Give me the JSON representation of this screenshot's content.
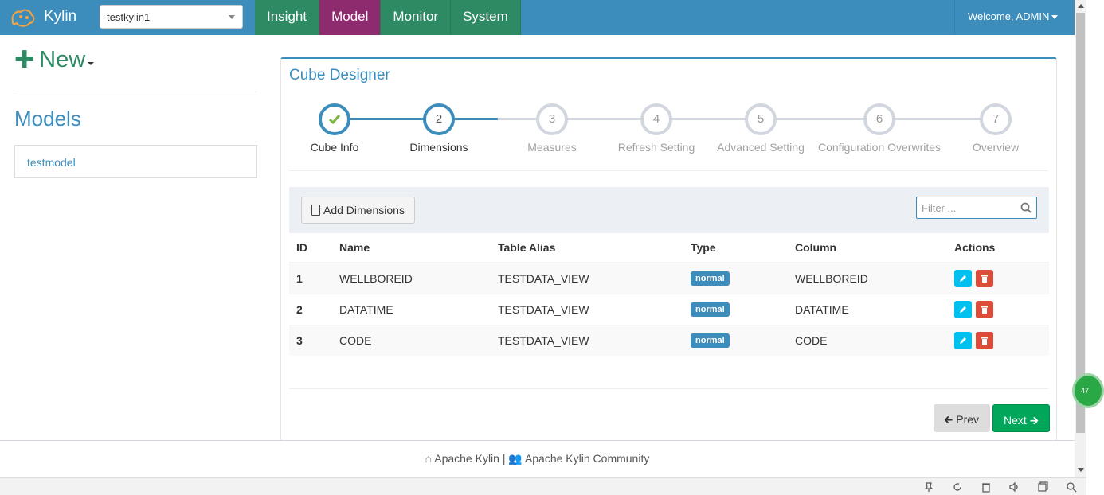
{
  "header": {
    "brand": "Kylin",
    "project": "testkylin1",
    "nav": [
      {
        "label": "Insight",
        "active": false
      },
      {
        "label": "Model",
        "active": true
      },
      {
        "label": "Monitor",
        "active": false
      },
      {
        "label": "System",
        "active": false
      }
    ],
    "welcome": "Welcome, ADMIN"
  },
  "sidebar": {
    "new_label": "New",
    "models_title": "Models",
    "models": [
      "testmodel"
    ]
  },
  "designer": {
    "title": "Cube Designer",
    "steps": [
      {
        "num": "",
        "label": "Cube Info",
        "state": "done"
      },
      {
        "num": "2",
        "label": "Dimensions",
        "state": "current"
      },
      {
        "num": "3",
        "label": "Measures",
        "state": "todo"
      },
      {
        "num": "4",
        "label": "Refresh Setting",
        "state": "todo"
      },
      {
        "num": "5",
        "label": "Advanced Setting",
        "state": "todo"
      },
      {
        "num": "6",
        "label": "Configuration Overwrites",
        "state": "todo"
      },
      {
        "num": "7",
        "label": "Overview",
        "state": "todo"
      }
    ],
    "add_dimensions_label": "Add Dimensions",
    "filter_placeholder": "Filter ...",
    "columns": [
      "ID",
      "Name",
      "Table Alias",
      "Type",
      "Column",
      "Actions"
    ],
    "rows": [
      {
        "id": "1",
        "name": "WELLBOREID",
        "alias": "TESTDATA_VIEW",
        "type": "normal",
        "column": "WELLBOREID"
      },
      {
        "id": "2",
        "name": "DATATIME",
        "alias": "TESTDATA_VIEW",
        "type": "normal",
        "column": "DATATIME"
      },
      {
        "id": "3",
        "name": "CODE",
        "alias": "TESTDATA_VIEW",
        "type": "normal",
        "column": "CODE"
      }
    ],
    "prev_label": "Prev",
    "next_label": "Next"
  },
  "footer": {
    "link1": "Apache Kylin",
    "separator": "|",
    "link2": "Apache Kylin Community"
  },
  "floating_badge": "47",
  "colors": {
    "topbar": "#3c8dbc",
    "nav_green": "#2e8a63",
    "nav_active": "#8e2a6e",
    "accent": "#3c8dbc",
    "next": "#00a65a"
  }
}
